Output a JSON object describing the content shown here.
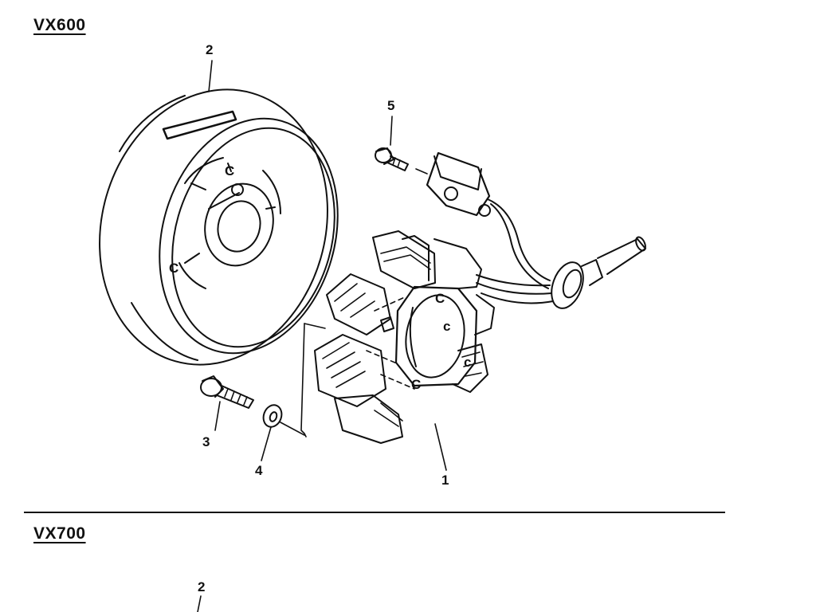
{
  "sections": [
    {
      "title": "VX600"
    },
    {
      "title": "VX700"
    }
  ],
  "callouts": {
    "rotor": "2",
    "stator": "1",
    "screw": "3",
    "washer": "4",
    "bolt": "5",
    "rotor_vx700": "2"
  }
}
